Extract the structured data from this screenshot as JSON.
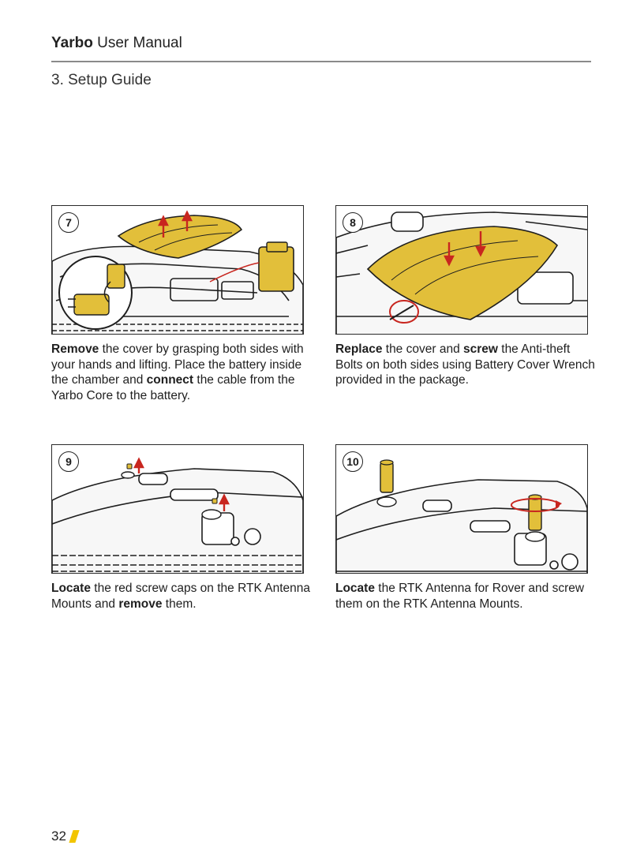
{
  "header": {
    "brand": "Yarbo",
    "title": "User Manual"
  },
  "section_title": "3. Setup Guide",
  "steps": [
    {
      "number": "7",
      "caption": [
        {
          "text": "Remove",
          "bold": true
        },
        {
          "text": " the cover by grasping both sides with your hands and lifting. Place the battery inside the chamber and ",
          "bold": false
        },
        {
          "text": "connect",
          "bold": true
        },
        {
          "text": " the cable from the Yarbo Core to the battery.",
          "bold": false
        }
      ]
    },
    {
      "number": "8",
      "caption": [
        {
          "text": "Replace",
          "bold": true
        },
        {
          "text": " the cover and ",
          "bold": false
        },
        {
          "text": "screw",
          "bold": true
        },
        {
          "text": " the Anti-theft Bolts on both sides using Battery Cover Wrench provided in the package.",
          "bold": false
        }
      ]
    },
    {
      "number": "9",
      "caption": [
        {
          "text": "Locate",
          "bold": true
        },
        {
          "text": " the red screw caps on the RTK Antenna Mounts and ",
          "bold": false
        },
        {
          "text": "remove",
          "bold": true
        },
        {
          "text": " them.",
          "bold": false
        }
      ]
    },
    {
      "number": "10",
      "caption": [
        {
          "text": "Locate",
          "bold": true
        },
        {
          "text": " the RTK Antenna for Rover and screw them on the RTK Antenna Mounts.",
          "bold": false
        }
      ]
    }
  ],
  "footer": {
    "page_number": "32"
  },
  "colors": {
    "accent": "#f2c500",
    "cover": "#e2bf3a",
    "arrow": "#c8261f",
    "line": "#1e1e1e"
  }
}
